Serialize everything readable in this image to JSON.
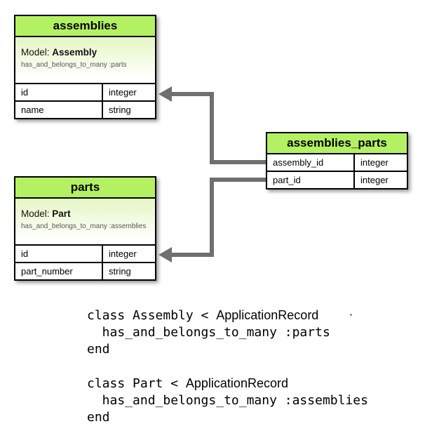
{
  "diagram": {
    "tables": [
      {
        "title": "assemblies",
        "model_label": "Model:",
        "model_name": "Assembly",
        "association": "has_and_belongs_to_many :parts",
        "columns": [
          {
            "name": "id",
            "type": "integer"
          },
          {
            "name": "name",
            "type": "string"
          }
        ]
      },
      {
        "title": "parts",
        "model_label": "Model:",
        "model_name": "Part",
        "association": "has_and_belongs_to_many :assemblies",
        "columns": [
          {
            "name": "id",
            "type": "integer"
          },
          {
            "name": "part_number",
            "type": "string"
          }
        ]
      },
      {
        "title": "assemblies_parts",
        "columns": [
          {
            "name": "assembly_id",
            "type": "integer"
          },
          {
            "name": "part_id",
            "type": "integer"
          }
        ]
      }
    ],
    "colors": {
      "table_header_green": "#b4f162",
      "model_gradient_top": "#e5f6c3",
      "table_border": "#000000",
      "connector_gray": "#6f6f6f",
      "association_text_gray": "#555555"
    }
  },
  "code": {
    "block1": {
      "line1_mono": "class Assembly < ",
      "line1_sans": "ApplicationRecord",
      "line2": "  has_and_belongs_to_many :parts",
      "line3": "end"
    },
    "block2": {
      "line1_mono": "class Part < ",
      "line1_sans": "ApplicationRecord",
      "line2": "  has_and_belongs_to_many :assemblies",
      "line3": "end"
    }
  }
}
